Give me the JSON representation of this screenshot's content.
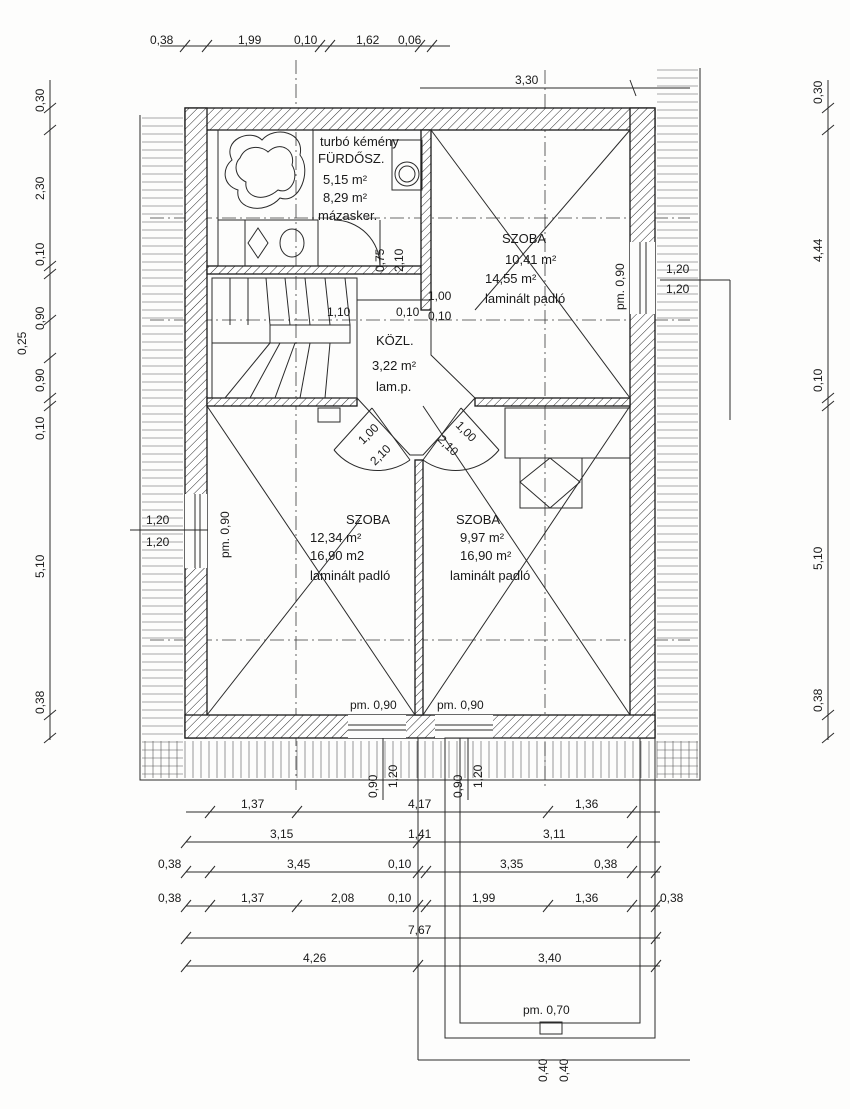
{
  "rooms": {
    "bathroom": {
      "name": "FÜRDŐSZ.",
      "note": "turbó kémény",
      "area_net": "5,15 m²",
      "area_wall": "8,29 m²",
      "floor": "mázasker."
    },
    "room_ne": {
      "name": "SZOBA",
      "area_net": "10,41 m²",
      "area_floor": "14,55 m²",
      "floor": "laminált padló"
    },
    "hall": {
      "name": "KÖZL.",
      "area": "3,22 m²",
      "floor": "lam.p."
    },
    "room_sw": {
      "name": "SZOBA",
      "area_net": "12,34 m²",
      "area_floor": "16,90 m2",
      "floor": "laminált padló"
    },
    "room_se": {
      "name": "SZOBA",
      "area_net": "9,97 m²",
      "area_floor": "16,90 m²",
      "floor": "laminált padló"
    }
  },
  "openings": {
    "bath_door": [
      "0,75",
      "2,10"
    ],
    "hall_left": [
      "1,10",
      "0,10"
    ],
    "hall_right": [
      "1,00",
      "0,10"
    ],
    "door_sw": [
      "1,00",
      "2,10"
    ],
    "door_se": [
      "1,00",
      "2,10"
    ],
    "window_ne": [
      "pm. 0,90",
      "1,20",
      "1,20"
    ],
    "window_w": [
      "pm. 0,90",
      "1,20",
      "1,20"
    ],
    "window_s1": [
      "pm. 0,90",
      "0,90",
      "1,20"
    ],
    "window_s2": [
      "pm. 0,90",
      "0,90",
      "1,20"
    ],
    "ext_door": [
      "pm. 0,70",
      "0,40",
      "0,40"
    ]
  },
  "dims": {
    "top_row": [
      "0,38",
      "1,99",
      "0,10",
      "1,62",
      "0,06"
    ],
    "top_right": "3,30",
    "left_col": [
      "0,30",
      "2,30",
      "0,10",
      "0,90",
      "0,25",
      "0,90",
      "0,10",
      "5,10",
      "0,38"
    ],
    "right_col": [
      "0,30",
      "4,44",
      "0,10",
      "5,10",
      "0,38"
    ],
    "bottom_1": [
      "1,37",
      "4,17",
      "1,36"
    ],
    "bottom_2": [
      "3,15",
      "1,41",
      "3,11"
    ],
    "bottom_3": [
      "0,38",
      "3,45",
      "0,10",
      "3,35",
      "0,38"
    ],
    "bottom_4": [
      "0,38",
      "1,37",
      "2,08",
      "0,10",
      "1,99",
      "1,36",
      "0,38"
    ],
    "bottom_5": [
      "7,67"
    ],
    "bottom_6": [
      "4,26",
      "3,40"
    ]
  }
}
